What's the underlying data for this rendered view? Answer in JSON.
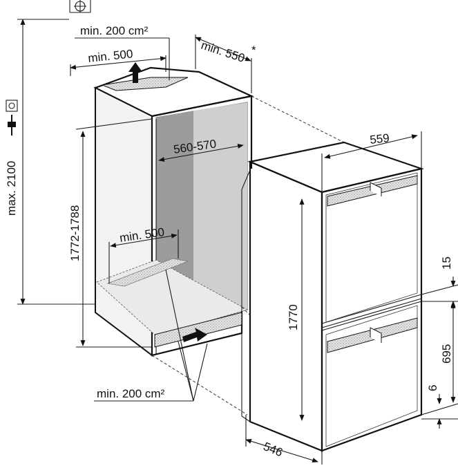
{
  "labels": {
    "max_height": "max. 2100",
    "vent_top": "min. 200 cm²",
    "vent_top_width": "min. 500",
    "depth_niche": "min. 550",
    "asterisk": "*",
    "niche_height": "1772-1788",
    "niche_width": "560-570",
    "bottom_vent_width": "min. 500",
    "vent_bottom": "min. 200 cm²",
    "appliance_width": "559",
    "appliance_height": "1770",
    "appliance_depth": "546",
    "gap_15": "15",
    "gap_695": "695",
    "gap_6": "6"
  },
  "icons": [
    "socket-icon",
    "plug-icon",
    "ventilation-arrow-up-icon",
    "ventilation-arrow-in-icon",
    "fixing-point-icon"
  ],
  "colors": {
    "line": "#111111",
    "niche_shade": "#d9d9d9",
    "niche_back": "#9a9a9a",
    "vent": "#bdbdbd"
  }
}
